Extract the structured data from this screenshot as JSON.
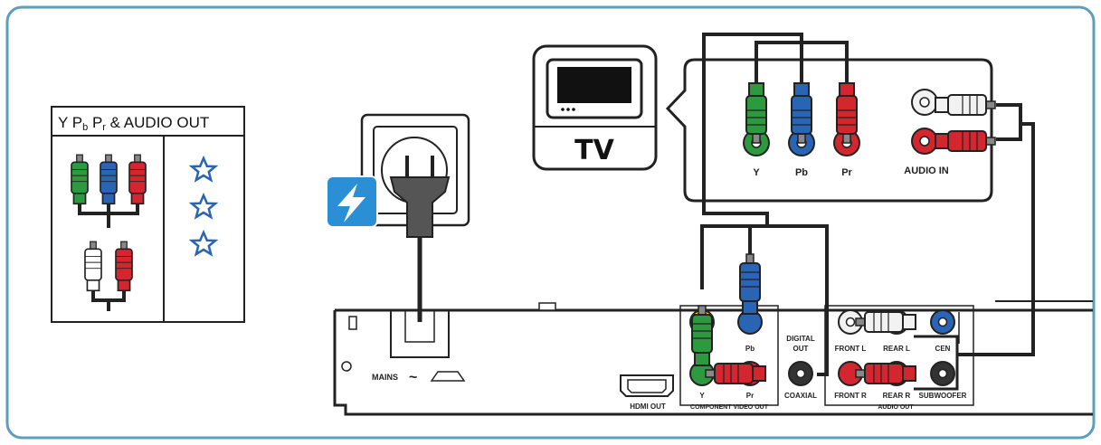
{
  "legend": {
    "title": "Y P",
    "sub_b": "b",
    "title_mid": " P",
    "sub_r": "r",
    "title_end": " & AUDIO OUT",
    "rating_stars": 3
  },
  "tv": {
    "label": "TV",
    "jacks": [
      "Y",
      "Pb",
      "Pr"
    ],
    "audio_label": "AUDIO IN"
  },
  "player": {
    "mains_label": "MAINS",
    "hdmi_label": "HDMI OUT",
    "component_jacks": [
      "Y",
      "Pb",
      "Pr"
    ],
    "component_label": "COMPONENT VIDEO OUT",
    "digital_out_line1": "DIGITAL",
    "digital_out_line2": "OUT",
    "coaxial_label": "COAXIAL",
    "front_l": "FRONT L",
    "rear_l": "REAR L",
    "center": "CEN",
    "front_r": "FRONT R",
    "rear_r": "REAR R",
    "subwoofer": "SUBWOOFER",
    "audio_out": "AUDIO OUT"
  },
  "colors": {
    "green": "#2e9a3f",
    "blue": "#2a64b4",
    "red": "#d3262f",
    "yellow": "#f2d400",
    "frame": "#5b9fbd",
    "power_badge": "#2b8fd6"
  },
  "icons": [
    "power-icon",
    "tv-icon",
    "star-icon",
    "mains-plug-icon"
  ]
}
